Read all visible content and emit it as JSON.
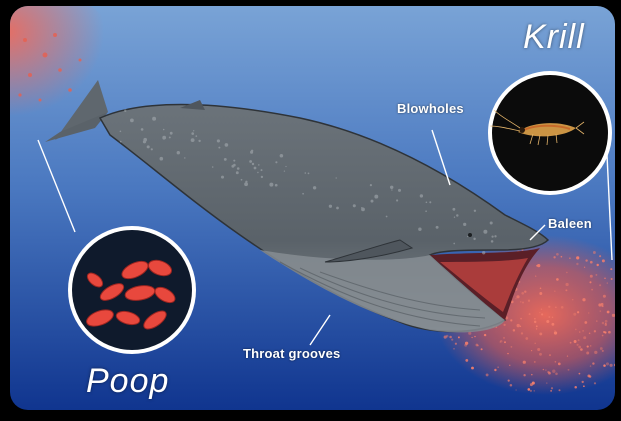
{
  "labels": {
    "krill": "Krill",
    "blowholes": "Blowholes",
    "baleen": "Baleen",
    "throat_grooves": "Throat grooves",
    "poop": "Poop"
  },
  "colors": {
    "frame": "#000000",
    "ocean_top": "#6f9bd0",
    "ocean_bottom": "#123a94",
    "whale_body": "#5f676e",
    "whale_belly": "#8a9096",
    "krill_cloud": "#e8604f",
    "callout_ring": "#ffffff"
  }
}
